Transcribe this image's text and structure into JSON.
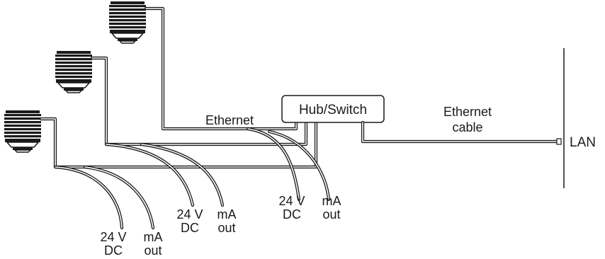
{
  "labels": {
    "hub": "Hub/Switch",
    "ethernet": "Ethernet",
    "ethernet_cable_line1": "Ethernet",
    "ethernet_cable_line2": "cable",
    "lan": "LAN"
  },
  "power_groups": [
    {
      "dc_line1": "24 V",
      "dc_line2": "DC",
      "ma_line1": "mA",
      "ma_line2": "out"
    },
    {
      "dc_line1": "24 V",
      "dc_line2": "DC",
      "ma_line1": "mA",
      "ma_line2": "out"
    },
    {
      "dc_line1": "24 V",
      "dc_line2": "DC",
      "ma_line1": "mA",
      "ma_line2": "out"
    }
  ]
}
